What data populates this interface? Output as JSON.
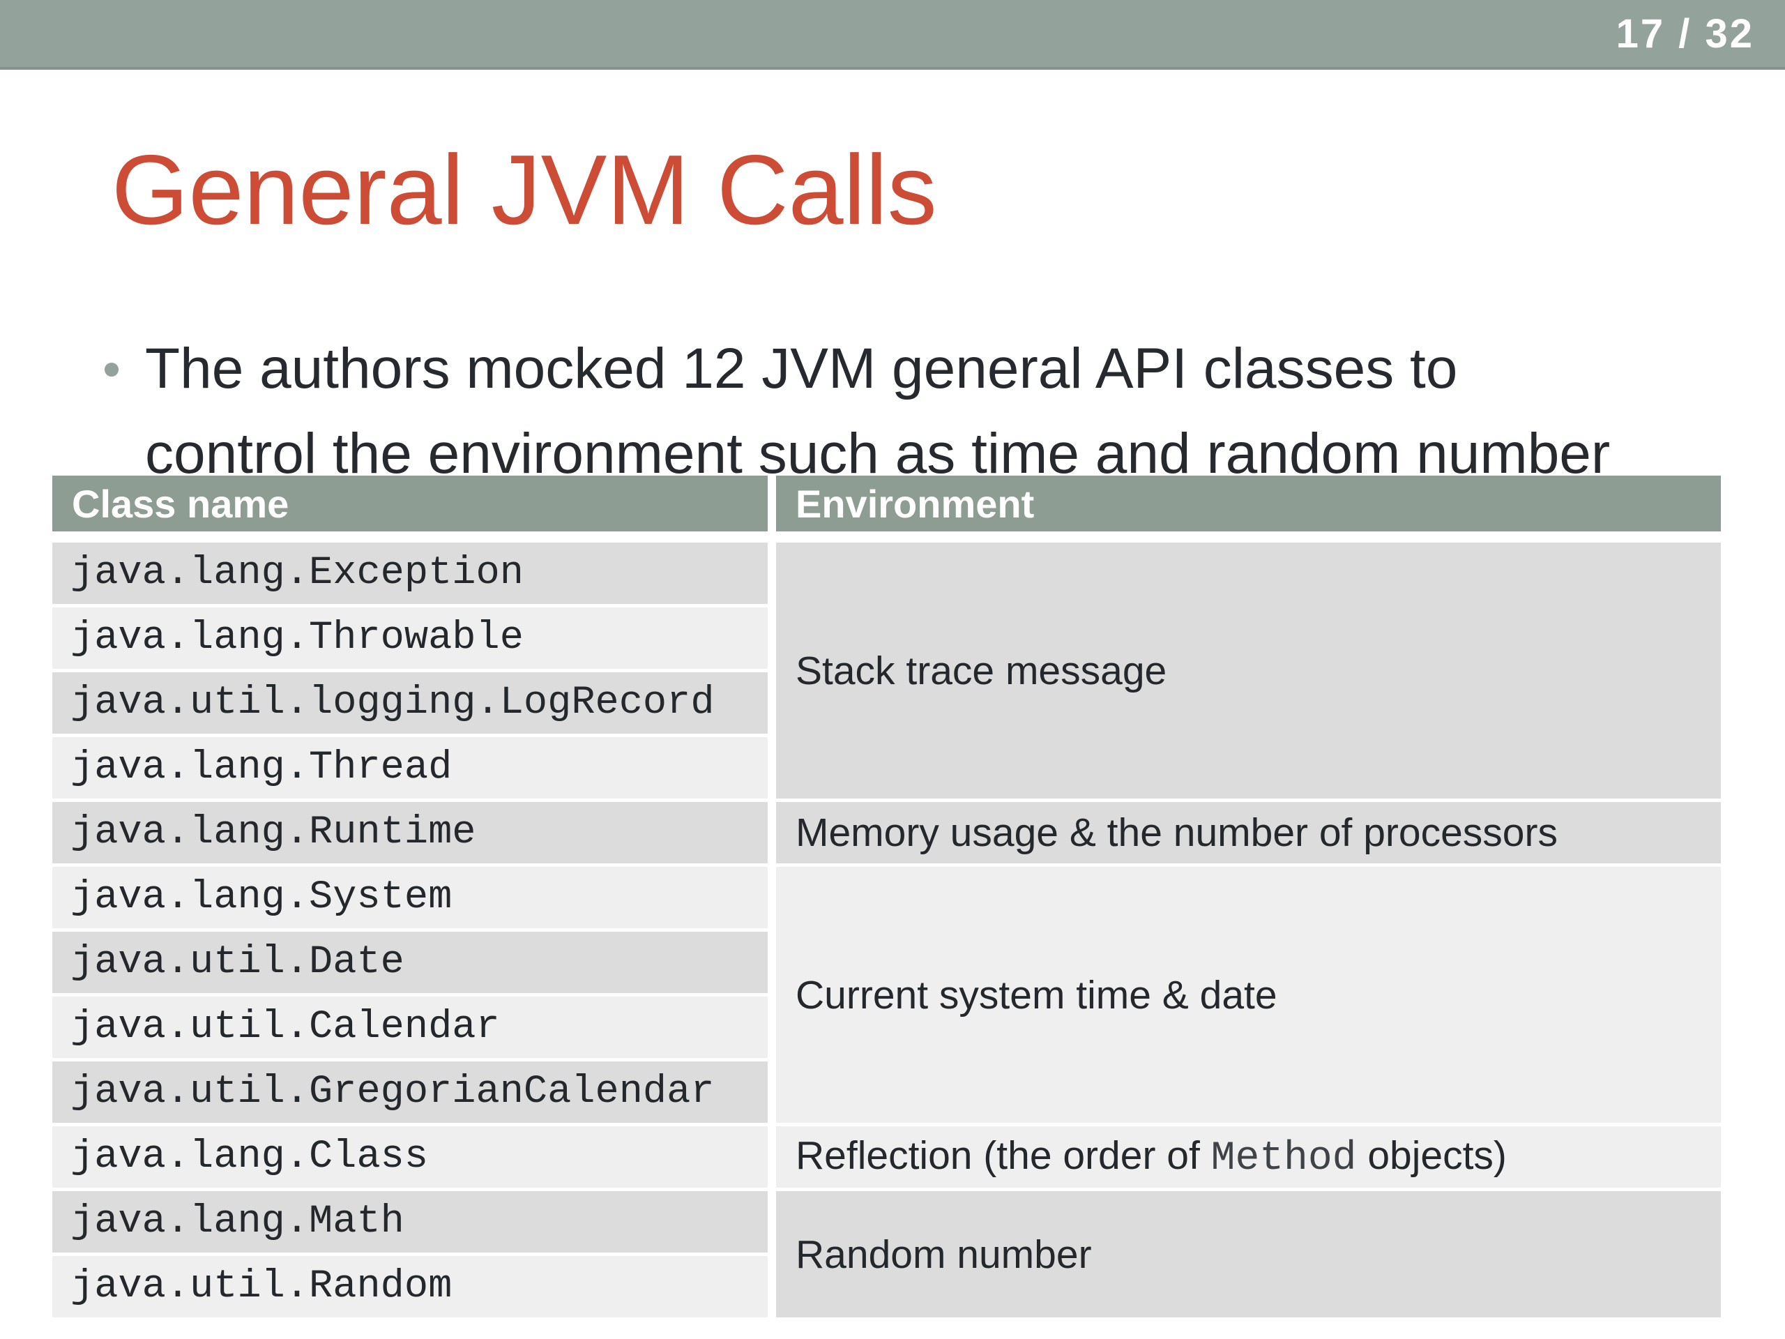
{
  "page": {
    "number_label": "17 / 32"
  },
  "slide": {
    "title": "General JVM Calls",
    "bullet_text": "The authors mocked 12 JVM general API classes to\ncontrol the environment such as time and random number"
  },
  "table": {
    "headers": {
      "class_name": "Class name",
      "environment": "Environment"
    },
    "rows": [
      "java.lang.Exception",
      "java.lang.Throwable",
      "java.util.logging.LogRecord",
      "java.lang.Thread",
      "java.lang.Runtime",
      "java.lang.System",
      "java.util.Date",
      "java.util.Calendar",
      "java.util.GregorianCalendar",
      "java.lang.Class",
      "java.lang.Math",
      "java.util.Random"
    ],
    "env": {
      "stack_trace": "Stack trace message",
      "memory": "Memory usage & the number of processors",
      "time": "Current system time & date",
      "reflection_prefix": "Reflection (the order of ",
      "reflection_mono": "Method",
      "reflection_suffix": " objects)",
      "random": "Random number"
    }
  },
  "colors": {
    "top_bar_green": "#93a29a",
    "table_header_green": "#8d9d93",
    "title_red": "#cc4c35",
    "row_dark": "#dcdcdc",
    "row_light": "#efefef",
    "body_text": "#26292e",
    "header_text": "#ffffff"
  }
}
